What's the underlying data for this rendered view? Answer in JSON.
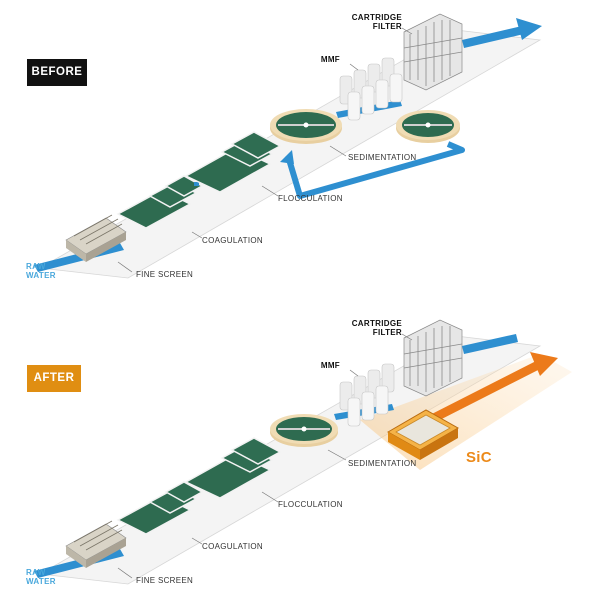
{
  "panels": [
    {
      "id": "before",
      "badge": "BEFORE",
      "badge_color": "#111111",
      "labels": {
        "cartridge_filter_line1": "CARTRIDGE",
        "cartridge_filter_line2": "FILTER",
        "mmf": "MMF",
        "sedimentation": "SEDIMENTATION",
        "flocculation": "FLOCCULATION",
        "coagulation": "COAGULATION",
        "fine_screen": "FINE SCREEN",
        "raw_water_line1": "RAW",
        "raw_water_line2": "WATER"
      }
    },
    {
      "id": "after",
      "badge": "AFTER",
      "badge_color": "#e08e12",
      "labels": {
        "cartridge_filter_line1": "CARTRIDGE",
        "cartridge_filter_line2": "FILTER",
        "mmf": "MMF",
        "sedimentation": "SEDIMENTATION",
        "flocculation": "FLOCCULATION",
        "coagulation": "COAGULATION",
        "fine_screen": "FINE SCREEN",
        "raw_water_line1": "RAW",
        "raw_water_line2": "WATER",
        "sic": "SiC"
      }
    }
  ],
  "colors": {
    "water_flow": "#2e8fd0",
    "sic_flow": "#ec7a1a",
    "tank_green": "#2e6b50",
    "clarifier_rim": "#e8cfa0",
    "sic_unit": "#f0a22a"
  }
}
